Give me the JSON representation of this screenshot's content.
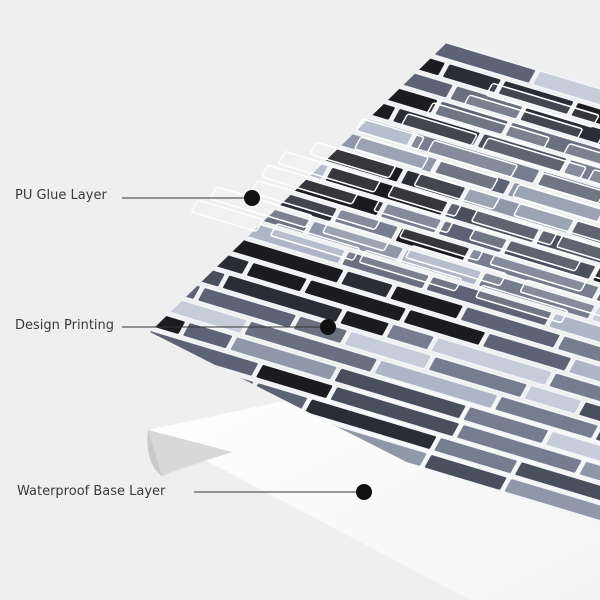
{
  "labels": {
    "glue": "PU Glue Layer",
    "design": "Design Printing",
    "base": "Waterproof Base Layer"
  },
  "colors": {
    "background": "#efefef",
    "base_layer": "#ffffff",
    "tile_dark": "#1c1c20",
    "tile_mid": "#5d6374",
    "tile_light": "#aeb5c6",
    "glue_outline": "#ffffff",
    "callout": "#111111"
  }
}
